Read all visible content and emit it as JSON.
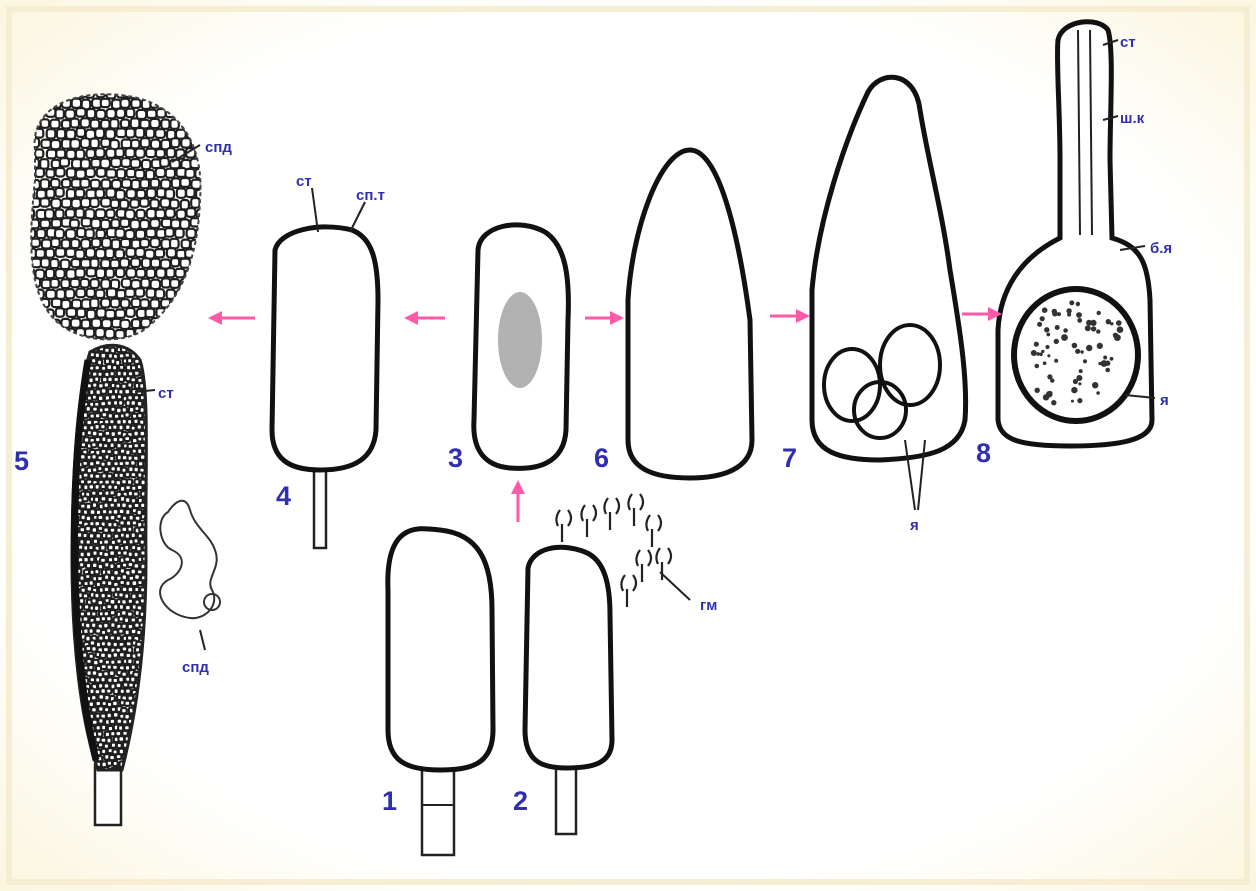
{
  "stage_numbers": [
    "1",
    "2",
    "3",
    "4",
    "5",
    "6",
    "7",
    "8"
  ],
  "labels": {
    "spg_top": "спд",
    "st_4": "ст",
    "spgt_4": "сп.т",
    "st_5": "ст",
    "spg_bottom": "спд",
    "gm": "гм",
    "ya_7": "я",
    "st_8": "ст",
    "shk_8": "ш.к",
    "bya_8": "б.я",
    "ya_8": "я"
  },
  "colors": {
    "label_blue": "#2f2fb0",
    "arrow_pink": "#ff5aa8",
    "frame": "#f6eed2"
  }
}
